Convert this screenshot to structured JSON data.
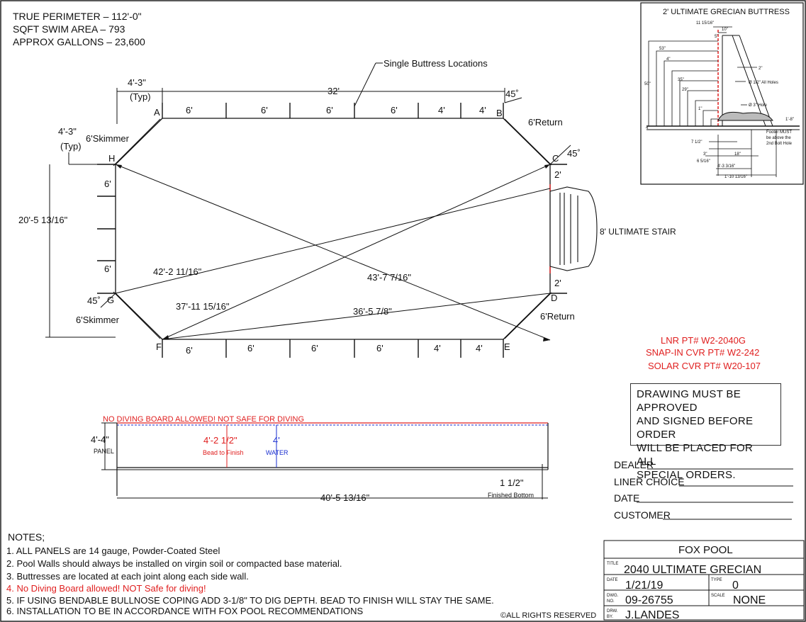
{
  "summary": {
    "perimeter": "TRUE PERIMETER – 112'-0\"",
    "sqft": "SQFT SWIM AREA – 793",
    "gallons": "APPROX GALLONS – 23,600"
  },
  "plan": {
    "buttress_callout": "Single Buttress Locations",
    "corner_a": "A",
    "corner_b": "B",
    "corner_c": "C",
    "corner_d": "D",
    "corner_e": "E",
    "corner_f": "F",
    "corner_g": "G",
    "corner_h": "H",
    "top_length": "32'",
    "corner_offset_top": "4'-3\"",
    "typ_top": "(Typ)",
    "corner_offset_left": "4'-3\"",
    "typ_left": "(Typ)",
    "top_segments": [
      "6'",
      "6'",
      "6'",
      "6'",
      "4'",
      "4'"
    ],
    "bottom_segments": [
      "6'",
      "6'",
      "6'",
      "6'",
      "4'",
      "4'"
    ],
    "left_segments": [
      "6'",
      "6'"
    ],
    "angle_b": "45˚",
    "angle_c": "45˚",
    "angle_g": "45˚",
    "return_b": "6'Return",
    "return_d": "6'Return",
    "skimmer_top": "6'Skimmer",
    "skimmer_bottom": "6'Skimmer",
    "width_dim": "20'-5 13/16\"",
    "stair_label": "8' ULTIMATE STAIR",
    "stair_gap_top": "2'",
    "stair_gap_bottom": "2'",
    "diag_1": "42'-2 11/16\"",
    "diag_2": "43'-7 7/16\"",
    "diag_3": "37'-11 15/16\"",
    "diag_4": "36'-5 7/8\""
  },
  "buttress": {
    "title": "2' ULTIMATE GRECIAN BUTTRESS",
    "dims": [
      "11 15/16\"",
      "10\"",
      "5\"",
      "53\"",
      "4\"",
      "35\"",
      "29\"",
      "1\"",
      "50\"",
      "4\"",
      "7 1/2\"",
      "3\"",
      "6 5/16\"",
      "18\"",
      "4'-3 3/16\"",
      "1'-10 13/16\"",
      "1'-8\""
    ],
    "label_2in": "2\"",
    "holes": "Ø 1/2\" All Holes",
    "hole3": "Ø 3\" Hole",
    "footer_note": [
      "Footer MUST",
      "be above the",
      "2nd Bolt Hole"
    ]
  },
  "parts": {
    "liner": "LNR PT# W2-2040G",
    "snap_in": "SNAP-IN CVR PT# W2-242",
    "solar": "SOLAR CVR PT# W20-107"
  },
  "approval_lines": [
    "DRAWING MUST BE APPROVED",
    "AND SIGNED BEFORE ORDER",
    "WILL BE PLACED FOR ALL",
    "SPECIAL ORDERS."
  ],
  "section": {
    "warning": "NO DIVING BOARD ALLOWED! NOT SAFE FOR DIVING",
    "panel_height": "4'-4\"",
    "panel_label": "PANEL",
    "bead": "4'-2 1/2\"",
    "bead_label": "Bead to Finish",
    "water": "4'",
    "water_label": "WATER",
    "bottom": "1 1/2\"",
    "bottom_label": "Finished Bottom",
    "length": "40'-5 13/16\""
  },
  "signoff": {
    "dealer": "DEALER",
    "liner_choice": "LINER CHOICE",
    "date": "DATE",
    "customer": "CUSTOMER"
  },
  "notes": {
    "heading": "NOTES;",
    "items": [
      "1. ALL PANELS are 14 gauge, Powder-Coated Steel",
      "2. Pool Walls should always be installed on virgin soil or compacted base material.",
      "3. Buttresses are located at each joint along each side wall.",
      "4. No Diving Board allowed!  NOT Safe for diving!",
      "5. IF USING BENDABLE BULLNOSE COPING ADD 3-1/8\" TO DIG DEPTH. BEAD TO FINISH WILL STAY THE SAME.",
      "6. INSTALLATION TO BE IN ACCORDANCE WITH FOX POOL RECOMMENDATIONS"
    ],
    "rights": "©ALL RIGHTS RESERVED"
  },
  "title_block": {
    "company": "FOX POOL",
    "title_tag": "TITLE",
    "title": "2040 ULTIMATE GRECIAN",
    "date_tag": "DATE",
    "date": "1/21/19",
    "type_tag": "TYPE",
    "type": "0",
    "dwg_tag_1": "DWG.",
    "dwg_tag_2": "NO.",
    "dwg_no": "09-26755",
    "scale_tag": "SCALE",
    "scale": "NONE",
    "drw_tag_1": "DRW.",
    "drw_tag_2": "BY.",
    "drawn_by": "J.LANDES"
  },
  "colors": {
    "red": "#e02020",
    "blue": "#1a2fd0",
    "ink": "#111111"
  }
}
